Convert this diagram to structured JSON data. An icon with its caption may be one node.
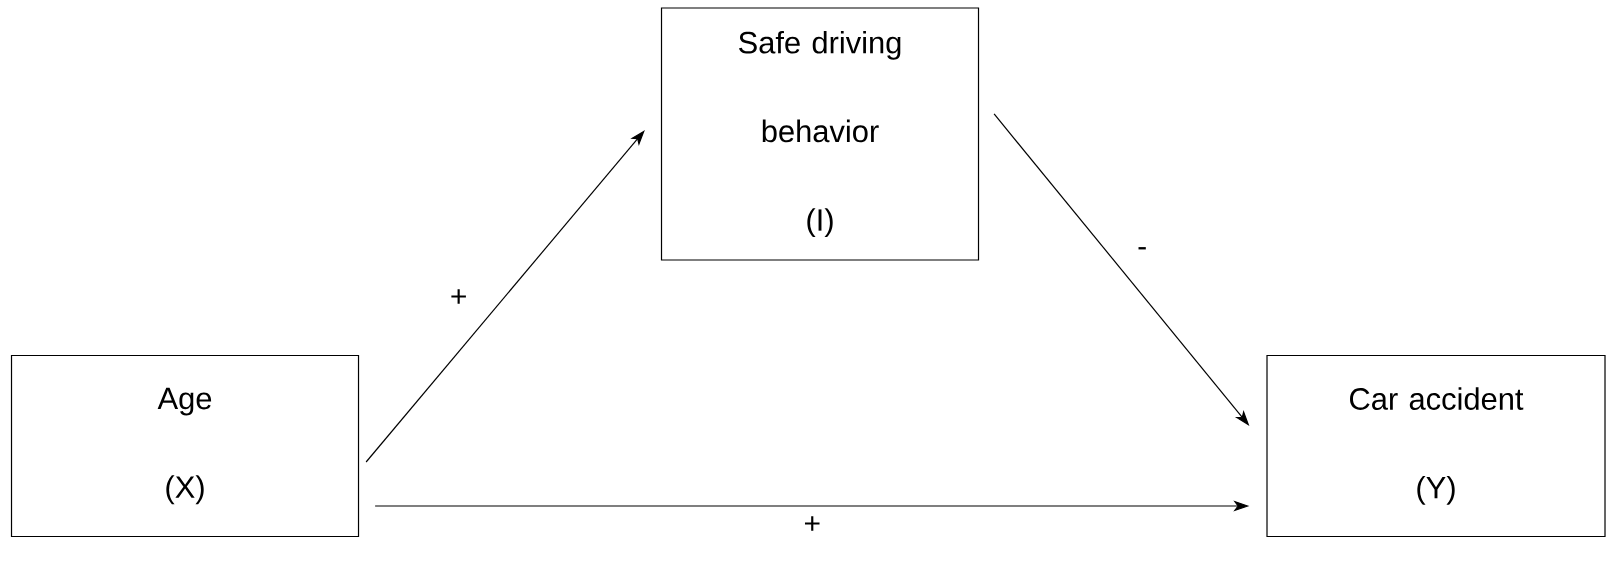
{
  "diagram": {
    "nodes": [
      {
        "text": [
          "Age",
          "(X)"
        ]
      },
      {
        "text": [
          "Safe driving behavior",
          "(I)"
        ]
      },
      {
        "text": [
          "Car accident",
          "(Y)"
        ]
      }
    ],
    "edges": [
      {
        "from": 0,
        "to": 1,
        "arrow": "to",
        "label": "+"
      },
      {
        "from": 1,
        "to": 2,
        "arrow": "to",
        "label": "-"
      },
      {
        "from": 0,
        "to": 2,
        "arrow": "to",
        "label": "+"
      }
    ]
  }
}
